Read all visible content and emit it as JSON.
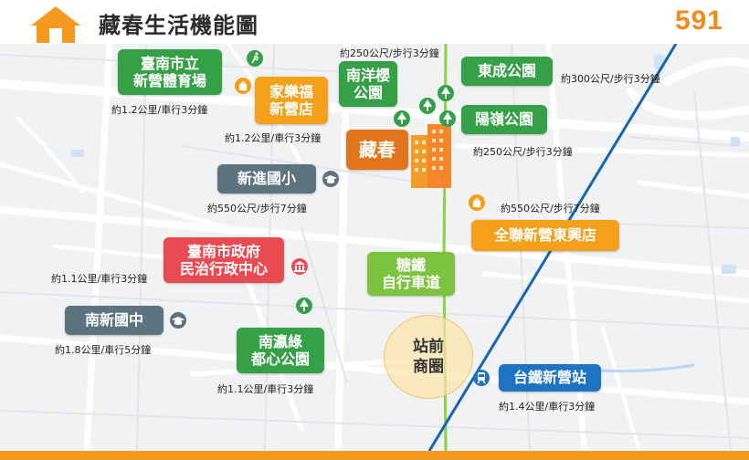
{
  "header": {
    "title": "藏春生活機能圖",
    "brand": "591"
  },
  "colors": {
    "park": "#35a046",
    "shop": "#f5a01a",
    "government": "#ea4b52",
    "school": "#5d7480",
    "station": "#1f73c4",
    "project": "#e2741c",
    "rail_line": "#1565b0",
    "bike_path": "#8bd14a",
    "accent": "#f59a1f"
  },
  "map": {
    "project": {
      "label": "藏春"
    },
    "pois": [
      {
        "id": "stadium",
        "label": "臺南市立\n新營體育場",
        "category": "sports",
        "icon": "running-icon",
        "distance": "約1.2公里/車行3分鐘"
      },
      {
        "id": "carrefour",
        "label": "家樂福\n新營店",
        "category": "shop",
        "icon": "shopping-bag-icon",
        "distance": "約1.2公里/車行3分鐘"
      },
      {
        "id": "nanyang-park",
        "label": "南洋櫻\n公園",
        "category": "park",
        "icon": "tree-icon",
        "distance": "約250公尺/步行3分鐘"
      },
      {
        "id": "dongcheng-park",
        "label": "東成公園",
        "category": "park",
        "icon": "tree-icon",
        "distance": "約300公尺/步行3分鐘"
      },
      {
        "id": "yangling-park",
        "label": "陽嶺公園",
        "category": "park",
        "icon": "tree-icon",
        "distance": "約250公尺/步行3分鐘"
      },
      {
        "id": "xinjin-school",
        "label": "新進國小",
        "category": "school",
        "icon": "graduation-cap-icon",
        "distance": "約550公尺/步行7分鐘"
      },
      {
        "id": "pxmart",
        "label": "全聯新營東興店",
        "category": "shop",
        "icon": "shopping-bag-icon",
        "distance": "約550公尺/步行7分鐘"
      },
      {
        "id": "civic-center",
        "label": "臺南市政府\n民治行政中心",
        "category": "government",
        "icon": "government-building-icon",
        "distance": "約1.1公里/車行3分鐘"
      },
      {
        "id": "sugar-railway",
        "label": "糖鐵\n自行車道",
        "category": "park",
        "icon": "",
        "distance": ""
      },
      {
        "id": "nanxin-junior",
        "label": "南新國中",
        "category": "school",
        "icon": "graduation-cap-icon",
        "distance": "約1.8公里/車行5分鐘"
      },
      {
        "id": "nanying-park",
        "label": "南瀛綠\n都心公園",
        "category": "park",
        "icon": "tree-icon",
        "distance": "約1.1公里/車行3分鐘"
      },
      {
        "id": "xinying-station",
        "label": "台鐵新營站",
        "category": "station",
        "icon": "train-icon",
        "distance": "約1.4公里/車行3分鐘"
      }
    ],
    "station_area": {
      "label": "站前\n商圈"
    }
  }
}
